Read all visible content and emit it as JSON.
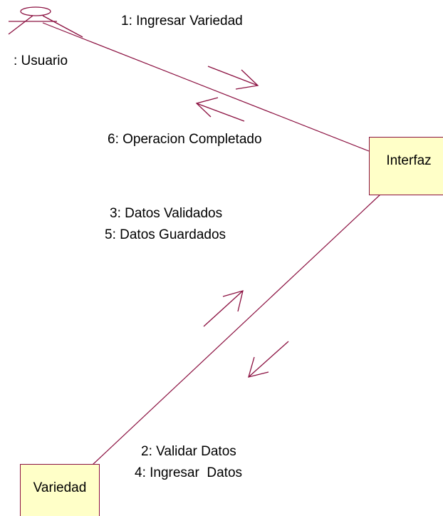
{
  "diagram": {
    "actor": {
      "label": ": Usuario"
    },
    "objects": {
      "interfaz": "Interfaz",
      "variedad": "Variedad"
    },
    "messages": {
      "m1": "1: Ingresar Variedad",
      "m6": "6: Operacion Completado",
      "m3": "3: Datos Validados",
      "m5": "5: Datos Guardados",
      "m2": "2: Validar Datos",
      "m4": "4: Ingresar  Datos"
    },
    "colors": {
      "line": "#8b1040",
      "object_fill": "#ffffc8",
      "text": "#000000"
    }
  }
}
